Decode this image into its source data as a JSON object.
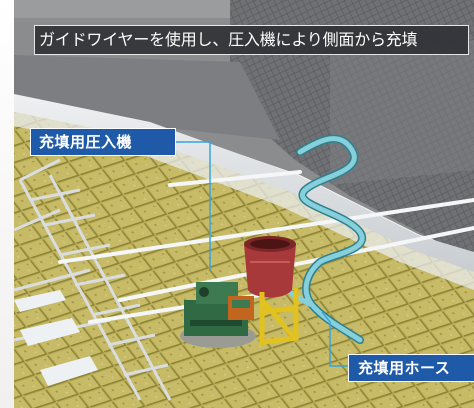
{
  "captions": {
    "title": "ガイドワイヤーを使用し、圧入機により側面から充填",
    "machine": "充填用圧入機",
    "hose": "充填用ホース"
  },
  "colors": {
    "caption_blue": "#1f5aa8",
    "leader_line": "#35a6e0",
    "hose": "#7ec6d4",
    "wall": "#6e7072",
    "ground": "#b9ad55"
  }
}
